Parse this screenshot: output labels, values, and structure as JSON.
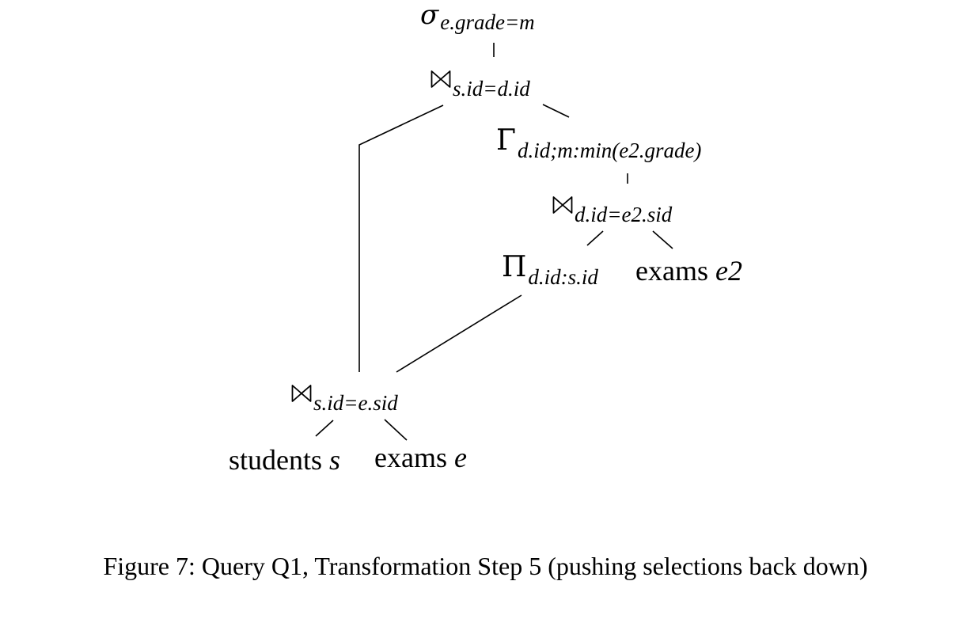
{
  "nodes": {
    "root_selection": {
      "symbol": "σ",
      "subscript": "e.grade=m"
    },
    "top_join": {
      "symbol": "⋈",
      "subscript": "s.id=d.id"
    },
    "grouping": {
      "symbol": "Γ",
      "subscript": "d.id;m:min(e2.grade)"
    },
    "inner_join": {
      "symbol": "⋈",
      "subscript": "d.id=e2.sid"
    },
    "projection": {
      "symbol": "Π",
      "subscript": "d.id:s.id"
    },
    "exams_e2": {
      "name": "exams",
      "alias": "e2"
    },
    "bottom_join": {
      "symbol": "⋈",
      "subscript": "s.id=e.sid"
    },
    "students_s": {
      "name": "students",
      "alias": "s"
    },
    "exams_e": {
      "name": "exams",
      "alias": "e"
    }
  },
  "caption": "Figure 7: Query Q1, Transformation Step 5 (pushing selections back down)"
}
